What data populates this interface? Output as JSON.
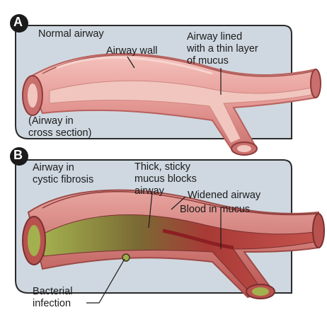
{
  "panel_a": {
    "badge": "A",
    "title": "Normal airway",
    "label_wall": "Airway wall",
    "label_lined": "Airway lined\nwith a thin layer\nof mucus",
    "label_cross": "(Airway in\ncross section)"
  },
  "panel_b": {
    "badge": "B",
    "title": "Airway in\ncystic fibrosis",
    "label_mucus": "Thick, sticky\nmucus blocks\nairway",
    "label_widened": "Widened airway",
    "label_blood": "Blood in mucus",
    "label_infection": "Bacterial\ninfection"
  },
  "colors": {
    "panel_bg": "#cfd8e0",
    "tissue": "#e9a6a3",
    "tissue_dark": "#c9706e",
    "mucus_thin": "#f1c6bf",
    "mucus_blood": "#b33a3a",
    "infection": "#9fad4a"
  }
}
